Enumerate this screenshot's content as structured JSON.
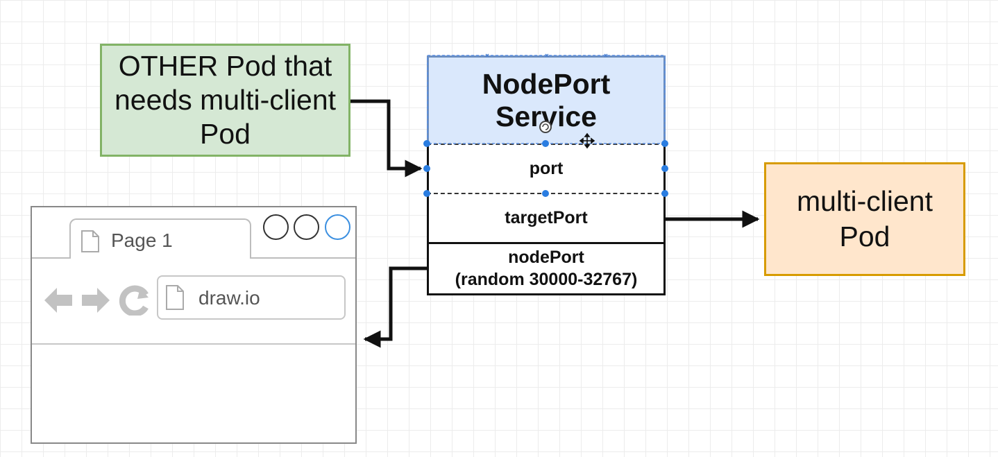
{
  "other_pod": {
    "label": "OTHER Pod that needs multi-client Pod"
  },
  "nodeport_service": {
    "title": "NodePort Service",
    "rows": {
      "port": "port",
      "target_port": "targetPort",
      "node_port_line1": "nodePort",
      "node_port_line2": "(random 30000-32767)"
    }
  },
  "multi_client_pod": {
    "label": "multi-client Pod"
  },
  "browser": {
    "tab_label": "Page 1",
    "url": "draw.io"
  },
  "colors": {
    "green_fill": "#d5e8d4",
    "green_stroke": "#82b366",
    "blue_fill": "#dae8fc",
    "blue_stroke": "#6c8ebf",
    "orange_fill": "#ffe6cc",
    "orange_stroke": "#d79b00",
    "selection_handle": "#2a7de1"
  }
}
